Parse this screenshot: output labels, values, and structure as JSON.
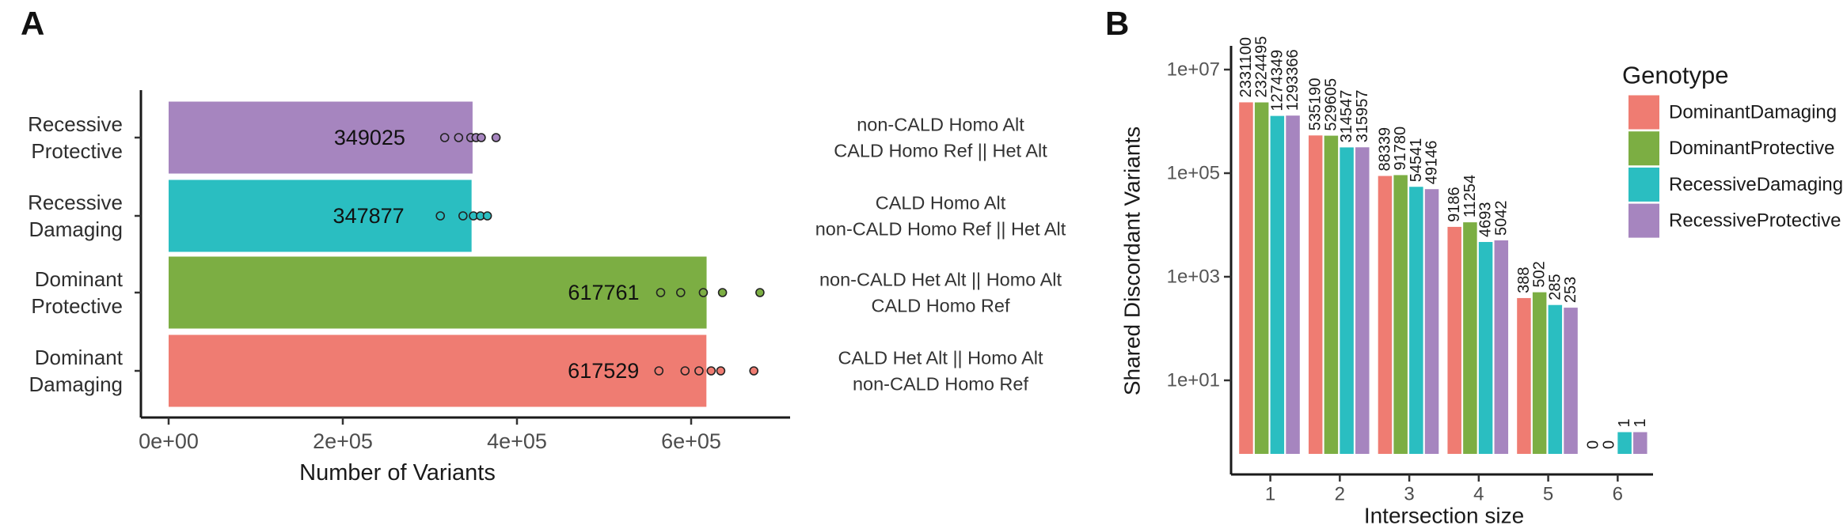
{
  "figure": {
    "panel_a_label": "A",
    "panel_b_label": "B",
    "background": "#ffffff"
  },
  "colors": {
    "dominant_damaging": "#EF7C72",
    "dominant_protective": "#7CAE43",
    "recessive_damaging": "#2ABEC1",
    "recessive_protective": "#A685BF",
    "axis_line": "#1a1a1a",
    "tick_text": "#4d4d4d",
    "label_text": "#1a1a1a",
    "annotation_text": "#333333"
  },
  "chart_data": [
    {
      "id": "A",
      "type": "bar",
      "orientation": "horizontal",
      "xlabel": "Number of Variants",
      "xlim": [
        0,
        714000
      ],
      "x_ticks": [
        {
          "value": 0,
          "label": "0e+00"
        },
        {
          "value": 200000,
          "label": "2e+05"
        },
        {
          "value": 400000,
          "label": "4e+05"
        },
        {
          "value": 600000,
          "label": "6e+05"
        }
      ],
      "categories": [
        {
          "line1": "Recessive",
          "line2": "Protective"
        },
        {
          "line1": "Recessive",
          "line2": "Damaging"
        },
        {
          "line1": "Dominant",
          "line2": "Protective"
        },
        {
          "line1": "Dominant",
          "line2": "Damaging"
        }
      ],
      "values": [
        349025,
        347877,
        617761,
        617529
      ],
      "value_labels": [
        "349025",
        "347877",
        "617761",
        "617529"
      ],
      "bar_colors": [
        "#A685BF",
        "#2ABEC1",
        "#7CAE43",
        "#EF7C72"
      ],
      "jitter_points": [
        [
          317000,
          333000,
          347000,
          353000,
          359000,
          376000
        ],
        [
          312000,
          338000,
          350000,
          358000,
          366000
        ],
        [
          565000,
          588000,
          614000,
          636000,
          679000
        ],
        [
          563000,
          593000,
          609000,
          623000,
          634000,
          672000
        ]
      ],
      "annotations": [
        {
          "line1": "non-CALD Homo Alt",
          "line2": "CALD Homo Ref || Het Alt"
        },
        {
          "line1": "CALD Homo Alt",
          "line2": "non-CALD Homo Ref || Het Alt"
        },
        {
          "line1": "non-CALD Het Alt || Homo Alt",
          "line2": "CALD Homo Ref"
        },
        {
          "line1": "CALD Het Alt || Homo Alt",
          "line2": "non-CALD Homo Ref"
        }
      ]
    },
    {
      "id": "B",
      "type": "bar",
      "scale": "log10",
      "xlabel": "Intersection size",
      "ylabel": "Shared Discordant Variants",
      "categories": [
        "1",
        "2",
        "3",
        "4",
        "5",
        "6"
      ],
      "y_ticks": [
        {
          "value": 10000000,
          "label": "1e+07"
        },
        {
          "value": 100000,
          "label": "1e+05"
        },
        {
          "value": 1000,
          "label": "1e+03"
        },
        {
          "value": 10,
          "label": "1e+01"
        }
      ],
      "legend_title": "Genotype",
      "series": [
        {
          "name": "DominantDamaging",
          "color": "#EF7C72",
          "values": [
            2331100,
            535190,
            88339,
            9186,
            388,
            0
          ]
        },
        {
          "name": "DominantProtective",
          "color": "#7CAE43",
          "values": [
            2324495,
            529605,
            91780,
            11254,
            502,
            0
          ]
        },
        {
          "name": "RecessiveDamaging",
          "color": "#2ABEC1",
          "values": [
            1274349,
            314547,
            54541,
            4693,
            285,
            1
          ]
        },
        {
          "name": "RecessiveProtective",
          "color": "#A685BF",
          "values": [
            1293366,
            315957,
            49146,
            5042,
            253,
            1
          ]
        }
      ],
      "value_labels": [
        [
          "2331100",
          "535190",
          "88339",
          "9186",
          "388",
          "0"
        ],
        [
          "2324495",
          "529605",
          "91780",
          "11254",
          "502",
          "0"
        ],
        [
          "1274349",
          "314547",
          "54541",
          "4693",
          "285",
          "1"
        ],
        [
          "1293366",
          "315957",
          "49146",
          "5042",
          "253",
          "1"
        ]
      ]
    }
  ]
}
